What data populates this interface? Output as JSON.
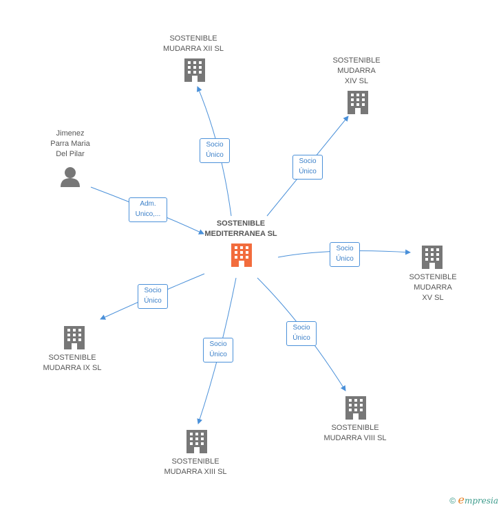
{
  "center": {
    "label": "SOSTENIBLE\nMEDITERRANEA SL",
    "color": "#f26c3d"
  },
  "person": {
    "label": "Jimenez\nParra Maria\nDel Pilar"
  },
  "companies": [
    {
      "id": "xii",
      "label": "SOSTENIBLE\nMUDARRA XII SL"
    },
    {
      "id": "xiv",
      "label": "SOSTENIBLE\nMUDARRA\nXIV SL"
    },
    {
      "id": "xv",
      "label": "SOSTENIBLE\nMUDARRA\nXV SL"
    },
    {
      "id": "viii",
      "label": "SOSTENIBLE\nMUDARRA VIII SL"
    },
    {
      "id": "xiii",
      "label": "SOSTENIBLE\nMUDARRA XIII SL"
    },
    {
      "id": "ix",
      "label": "SOSTENIBLE\nMUDARRA IX SL"
    }
  ],
  "edges": [
    {
      "label": "Adm.\nUnico,..."
    },
    {
      "label": "Socio\nÚnico"
    },
    {
      "label": "Socio\nÚnico"
    },
    {
      "label": "Socio\nÚnico"
    },
    {
      "label": "Socio\nÚnico"
    },
    {
      "label": "Socio\nÚnico"
    },
    {
      "label": "Socio\nÚnico"
    }
  ],
  "colors": {
    "edge": "#4a90d9",
    "building": "#777777",
    "center_building": "#f26c3d",
    "person": "#777777"
  },
  "credit": {
    "symbol": "©",
    "brand_initial": "e",
    "brand_rest": "mpresia"
  }
}
